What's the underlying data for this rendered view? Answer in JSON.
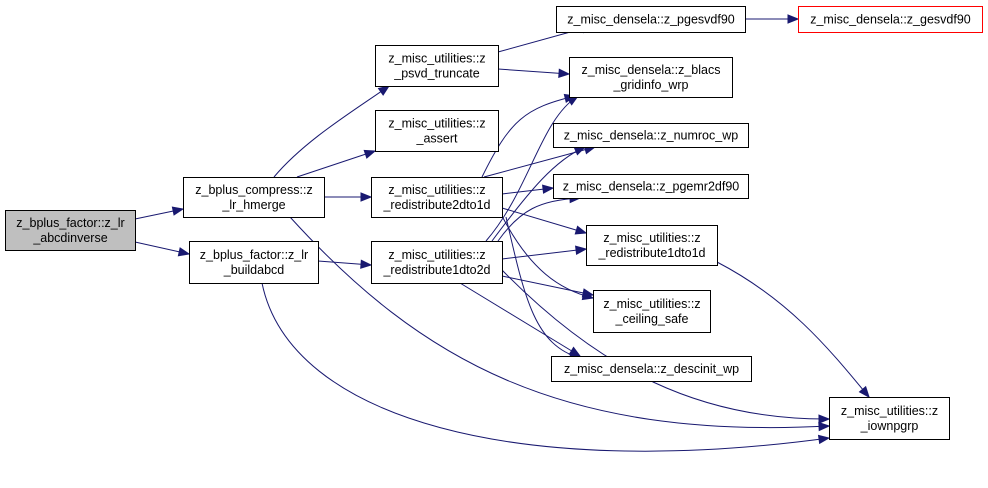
{
  "colors": {
    "edge": "#191970",
    "root_fill": "#bfbfbf",
    "external_border": "#ff0000"
  },
  "nodes": {
    "abcdinverse": {
      "lines": [
        "z_bplus_factor::z_lr",
        "_abcdinverse"
      ]
    },
    "lr_hmerge": {
      "lines": [
        "z_bplus_compress::z",
        "_lr_hmerge"
      ]
    },
    "buildabcd": {
      "lines": [
        "z_bplus_factor::z_lr",
        "_buildabcd"
      ]
    },
    "psvd_trunc": {
      "lines": [
        "z_misc_utilities::z",
        "_psvd_truncate"
      ]
    },
    "assert": {
      "lines": [
        "z_misc_utilities::z",
        "_assert"
      ]
    },
    "redist2to1": {
      "lines": [
        "z_misc_utilities::z",
        "_redistribute2dto1d"
      ]
    },
    "redist1to2": {
      "lines": [
        "z_misc_utilities::z",
        "_redistribute1dto2d"
      ]
    },
    "pgesvdf90": {
      "lines": [
        "z_misc_densela::z_pgesvdf90"
      ]
    },
    "gesvdf90": {
      "lines": [
        "z_misc_densela::z_gesvdf90"
      ]
    },
    "blacs": {
      "lines": [
        "z_misc_densela::z_blacs",
        "_gridinfo_wrp"
      ]
    },
    "numroc": {
      "lines": [
        "z_misc_densela::z_numroc_wp"
      ]
    },
    "pgemr2d": {
      "lines": [
        "z_misc_densela::z_pgemr2df90"
      ]
    },
    "redist1to1": {
      "lines": [
        "z_misc_utilities::z",
        "_redistribute1dto1d"
      ]
    },
    "ceiling": {
      "lines": [
        "z_misc_utilities::z",
        "_ceiling_safe"
      ]
    },
    "descinit": {
      "lines": [
        "z_misc_densela::z_descinit_wp"
      ]
    },
    "iownpgrp": {
      "lines": [
        "z_misc_utilities::z",
        "_iownpgrp"
      ]
    }
  },
  "edges": [
    [
      "abcdinverse",
      "lr_hmerge"
    ],
    [
      "abcdinverse",
      "buildabcd"
    ],
    [
      "lr_hmerge",
      "psvd_trunc"
    ],
    [
      "lr_hmerge",
      "assert"
    ],
    [
      "lr_hmerge",
      "redist2to1"
    ],
    [
      "lr_hmerge",
      "iownpgrp"
    ],
    [
      "buildabcd",
      "redist1to2"
    ],
    [
      "buildabcd",
      "iownpgrp"
    ],
    [
      "psvd_trunc",
      "pgesvdf90"
    ],
    [
      "psvd_trunc",
      "blacs"
    ],
    [
      "pgesvdf90",
      "gesvdf90"
    ],
    [
      "redist2to1",
      "blacs"
    ],
    [
      "redist2to1",
      "numroc"
    ],
    [
      "redist2to1",
      "pgemr2d"
    ],
    [
      "redist2to1",
      "redist1to1"
    ],
    [
      "redist2to1",
      "ceiling"
    ],
    [
      "redist2to1",
      "descinit"
    ],
    [
      "redist1to2",
      "blacs"
    ],
    [
      "redist1to2",
      "numroc"
    ],
    [
      "redist1to2",
      "pgemr2d"
    ],
    [
      "redist1to2",
      "redist1to1"
    ],
    [
      "redist1to2",
      "ceiling"
    ],
    [
      "redist1to2",
      "descinit"
    ],
    [
      "redist1to2",
      "iownpgrp"
    ],
    [
      "redist1to1",
      "iownpgrp"
    ]
  ]
}
